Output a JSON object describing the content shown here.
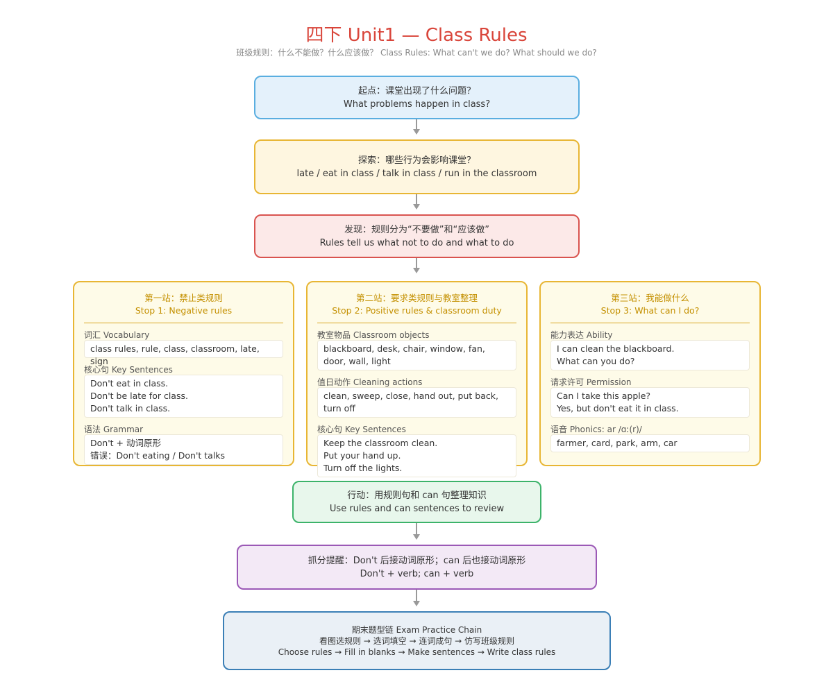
{
  "title": "四下 Unit1 — Class Rules",
  "subtitle": "班级规则：什么不能做？什么应该做？   Class Rules: What can't we do? What should we do?",
  "flow": {
    "start": {
      "cn": "起点：课堂出现了什么问题？",
      "en": "What problems happen in class?"
    },
    "explore": {
      "cn": "探索：哪些行为会影响课堂？",
      "en": "late / eat in class / talk in class / run in the classroom"
    },
    "find": {
      "cn": "发现：规则分为“不要做”和“应该做”",
      "en": "Rules tell us what not to do and what to do"
    },
    "action": {
      "cn": "行动：用规则句和 can 句整理知识",
      "en": "Use rules and can sentences to review"
    },
    "tip": {
      "cn": "抓分提醒：Don't 后接动词原形；can 后也接动词原形",
      "en": "Don't + verb; can + verb"
    },
    "exam": {
      "line1": "期末题型链 Exam Practice Chain",
      "line2": "看图选规则 → 选词填空 → 连词成句 → 仿写班级规则",
      "line3": "Choose rules → Fill in blanks → Make sentences → Write class rules"
    }
  },
  "stations": [
    {
      "title_cn": "第一站：禁止类规则",
      "title_en": "Stop 1: Negative rules",
      "sections": [
        {
          "label": "词汇 Vocabulary",
          "lines": [
            "class rules, rule, class, classroom, late, sign"
          ]
        },
        {
          "label": "核心句 Key Sentences",
          "lines": [
            "Don't eat in class.",
            "Don't be late for class.",
            "Don't talk in class."
          ]
        },
        {
          "label": "语法 Grammar",
          "lines": [
            "Don't + 动词原形",
            "错误：Don't eating / Don't talks"
          ]
        }
      ]
    },
    {
      "title_cn": "第二站：要求类规则与教室整理",
      "title_en": "Stop 2: Positive rules & classroom duty",
      "sections": [
        {
          "label": "教室物品 Classroom objects",
          "lines": [
            "blackboard, desk, chair, window, fan, door, wall, light"
          ]
        },
        {
          "label": "值日动作 Cleaning actions",
          "lines": [
            "clean, sweep, close, hand out, put back, turn off"
          ]
        },
        {
          "label": "核心句 Key Sentences",
          "lines": [
            "Keep the classroom clean.",
            "Put your hand up.",
            "Turn off the lights."
          ]
        }
      ]
    },
    {
      "title_cn": "第三站：我能做什么",
      "title_en": "Stop 3: What can I do?",
      "sections": [
        {
          "label": "能力表达 Ability",
          "lines": [
            "I can clean the blackboard.",
            "What can you do?"
          ]
        },
        {
          "label": "请求许可 Permission",
          "lines": [
            "Can I take this apple?",
            "Yes, but don't eat it in class."
          ]
        },
        {
          "label": "语音 Phonics: ar /ɑː(r)/",
          "lines": [
            "farmer, card, park, arm, car"
          ]
        }
      ]
    }
  ],
  "colors": {
    "title": "#d9453a",
    "station_accent": "#c49000",
    "start_border": "#5aaee0",
    "explore_border": "#e8b634",
    "find_border": "#d9534f",
    "action_border": "#3cb36a",
    "tip_border": "#9b59b6",
    "exam_border": "#3b7fb6"
  }
}
